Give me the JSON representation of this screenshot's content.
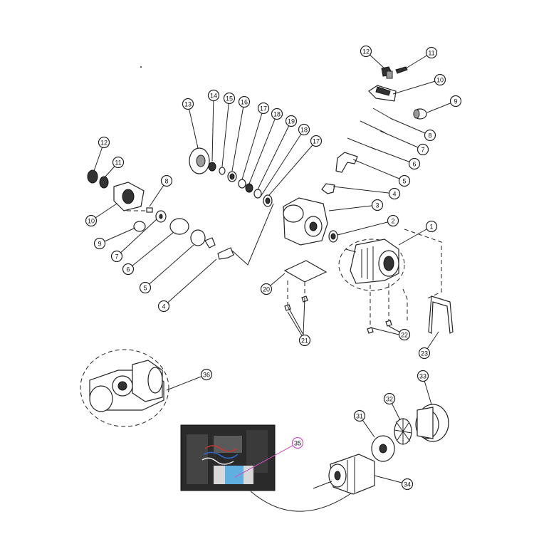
{
  "diagram": {
    "callout_color": "#222222",
    "highlight_callout_color": "#d04fc0",
    "callouts": [
      {
        "id": "c1",
        "label": "1"
      },
      {
        "id": "c2",
        "label": "2"
      },
      {
        "id": "c3",
        "label": "3"
      },
      {
        "id": "c4r",
        "label": "4"
      },
      {
        "id": "c5r",
        "label": "5"
      },
      {
        "id": "c6r",
        "label": "6"
      },
      {
        "id": "c7r",
        "label": "7"
      },
      {
        "id": "c8r",
        "label": "8"
      },
      {
        "id": "c9r",
        "label": "9"
      },
      {
        "id": "c10r",
        "label": "10"
      },
      {
        "id": "c11r",
        "label": "11"
      },
      {
        "id": "c12r",
        "label": "12"
      },
      {
        "id": "c13",
        "label": "13"
      },
      {
        "id": "c14",
        "label": "14"
      },
      {
        "id": "c15",
        "label": "15"
      },
      {
        "id": "c16",
        "label": "16"
      },
      {
        "id": "c17a",
        "label": "17"
      },
      {
        "id": "c18a",
        "label": "18"
      },
      {
        "id": "c19",
        "label": "19"
      },
      {
        "id": "c18b",
        "label": "18"
      },
      {
        "id": "c17b",
        "label": "17"
      },
      {
        "id": "c12l",
        "label": "12"
      },
      {
        "id": "c11l",
        "label": "11"
      },
      {
        "id": "c8l",
        "label": "8"
      },
      {
        "id": "c10l",
        "label": "10"
      },
      {
        "id": "c9l",
        "label": "9"
      },
      {
        "id": "c7l",
        "label": "7"
      },
      {
        "id": "c6l",
        "label": "6"
      },
      {
        "id": "c5l",
        "label": "5"
      },
      {
        "id": "c4l",
        "label": "4"
      },
      {
        "id": "c20",
        "label": "20"
      },
      {
        "id": "c21",
        "label": "21"
      },
      {
        "id": "c22",
        "label": "22"
      },
      {
        "id": "c23",
        "label": "23"
      },
      {
        "id": "c36",
        "label": "36"
      },
      {
        "id": "c35",
        "label": "35"
      },
      {
        "id": "c31",
        "label": "31"
      },
      {
        "id": "c32",
        "label": "32"
      },
      {
        "id": "c33",
        "label": "33"
      },
      {
        "id": "c34",
        "label": "34"
      }
    ]
  }
}
